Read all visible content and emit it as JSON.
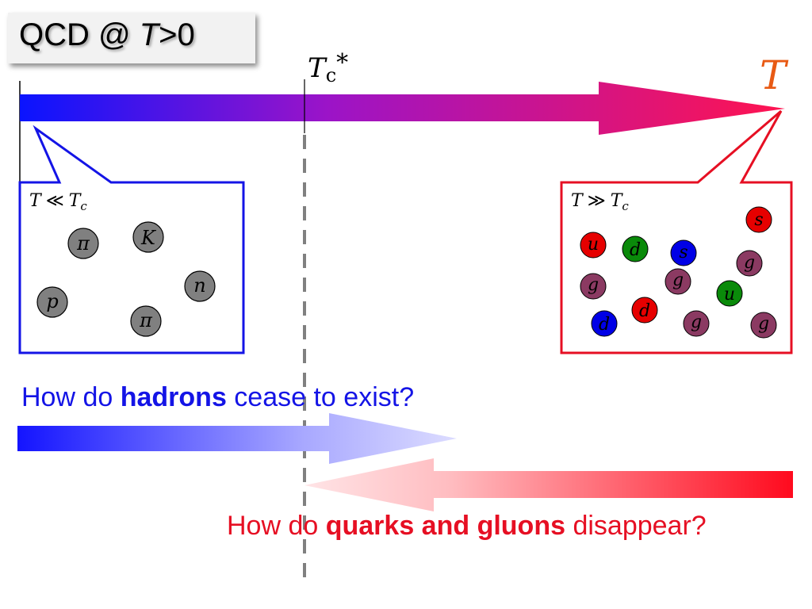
{
  "title": {
    "prefix": "QCD @ ",
    "var": "T",
    "suffix": ">0"
  },
  "axis": {
    "tc_label_var": "T",
    "tc_label_sub": "c",
    "tc_label_star": "*",
    "t_label": "T"
  },
  "left_box": {
    "condition_var": "T",
    "condition_op": "≪",
    "condition_rhs": "T",
    "condition_sub": "c",
    "particles": [
      "π",
      "K",
      "n",
      "p",
      "π"
    ]
  },
  "right_box": {
    "condition_var": "T",
    "condition_op": "≫",
    "condition_rhs": "T",
    "condition_sub": "c",
    "particles": [
      "s",
      "u",
      "d",
      "s",
      "g",
      "g",
      "g",
      "u",
      "d",
      "d",
      "g",
      "g"
    ]
  },
  "question_hadrons": {
    "before": "How do ",
    "bold": "hadrons",
    "after": " cease to exist?"
  },
  "question_quarks": {
    "before": "How do ",
    "bold": "quarks and gluons",
    "after": " disappear?"
  },
  "colors": {
    "blue": "#1414e6",
    "red": "#e60f23",
    "hadron_gray": "#808080",
    "quark_red": "#e60000",
    "quark_green": "#0a8a0a",
    "quark_blue": "#0000e6",
    "gluon_purple": "#8b3a62"
  }
}
